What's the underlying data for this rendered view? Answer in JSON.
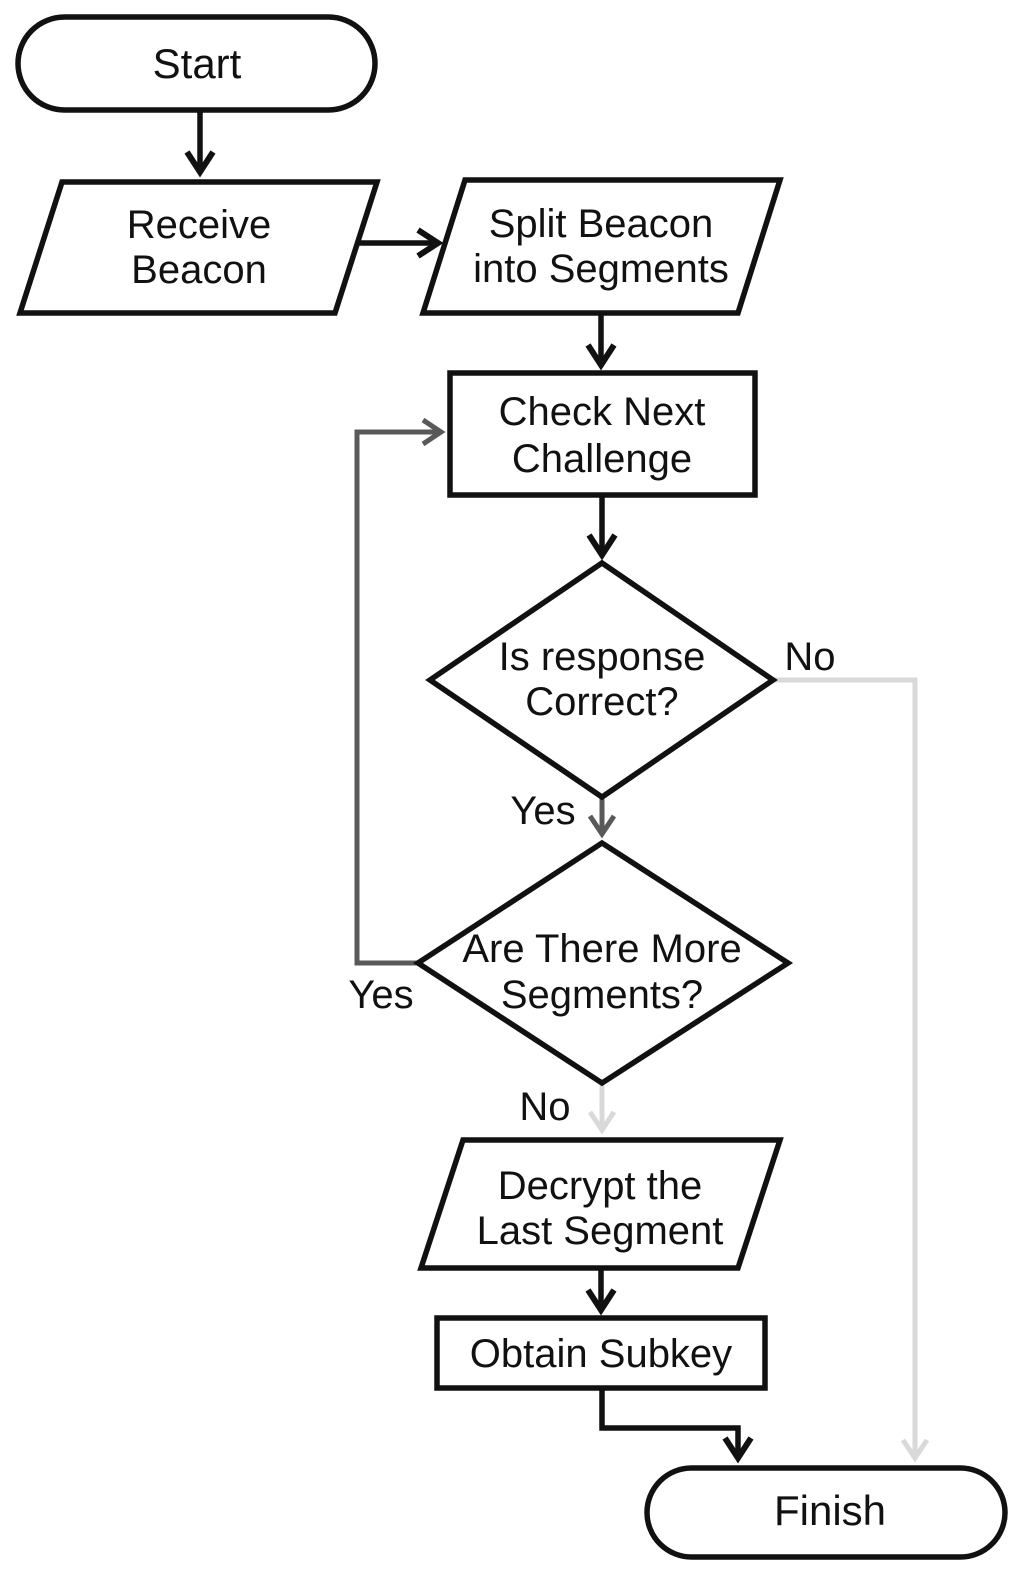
{
  "diagram": {
    "type": "flowchart",
    "background": "#ffffff",
    "colors": {
      "node_stroke": "#111111",
      "text": "#111111",
      "loop_branch": "#595959",
      "pale_branch": "#d9d9d9"
    },
    "nodes": {
      "start": {
        "shape": "terminator",
        "label": "Start"
      },
      "receive_beacon": {
        "shape": "data",
        "line1": "Receive",
        "line2": "Beacon"
      },
      "split_beacon": {
        "shape": "data",
        "line1": "Split Beacon",
        "line2": "into Segments"
      },
      "check_next_challenge": {
        "shape": "process",
        "line1": "Check Next",
        "line2": "Challenge"
      },
      "is_response_correct": {
        "shape": "decision",
        "line1": "Is response",
        "line2": "Correct?"
      },
      "are_there_more_segments": {
        "shape": "decision",
        "line1": "Are There More",
        "line2": "Segments?"
      },
      "decrypt_last_segment": {
        "shape": "data",
        "line1": "Decrypt the",
        "line2": "Last Segment"
      },
      "obtain_subkey": {
        "shape": "process",
        "label": "Obtain Subkey"
      },
      "finish": {
        "shape": "terminator",
        "label": "Finish"
      }
    },
    "edge_labels": {
      "correct_no": "No",
      "correct_yes": "Yes",
      "more_yes": "Yes",
      "more_no": "No"
    },
    "edges": [
      {
        "from": "start",
        "to": "receive_beacon",
        "label": ""
      },
      {
        "from": "receive_beacon",
        "to": "split_beacon",
        "label": ""
      },
      {
        "from": "split_beacon",
        "to": "check_next_challenge",
        "label": ""
      },
      {
        "from": "check_next_challenge",
        "to": "is_response_correct",
        "label": ""
      },
      {
        "from": "is_response_correct",
        "to": "finish",
        "label": "No"
      },
      {
        "from": "is_response_correct",
        "to": "are_there_more_segments",
        "label": "Yes"
      },
      {
        "from": "are_there_more_segments",
        "to": "check_next_challenge",
        "label": "Yes"
      },
      {
        "from": "are_there_more_segments",
        "to": "decrypt_last_segment",
        "label": "No"
      },
      {
        "from": "decrypt_last_segment",
        "to": "obtain_subkey",
        "label": ""
      },
      {
        "from": "obtain_subkey",
        "to": "finish",
        "label": ""
      }
    ]
  }
}
